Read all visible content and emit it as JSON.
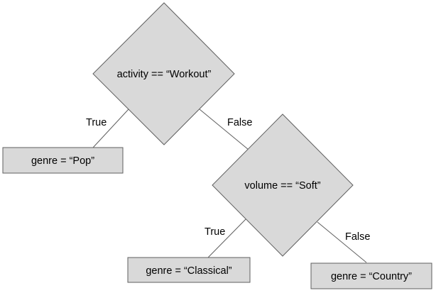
{
  "nodes": {
    "root": {
      "label": "activity == “Workout”"
    },
    "leaf_pop": {
      "label": "genre = “Pop”"
    },
    "volume": {
      "label": "volume == “Soft”"
    },
    "leaf_classical": {
      "label": "genre = “Classical”"
    },
    "leaf_country": {
      "label": "genre = “Country”"
    }
  },
  "edges": {
    "root_true": {
      "label": "True"
    },
    "root_false": {
      "label": "False"
    },
    "volume_true": {
      "label": "True"
    },
    "volume_false": {
      "label": "False"
    }
  }
}
